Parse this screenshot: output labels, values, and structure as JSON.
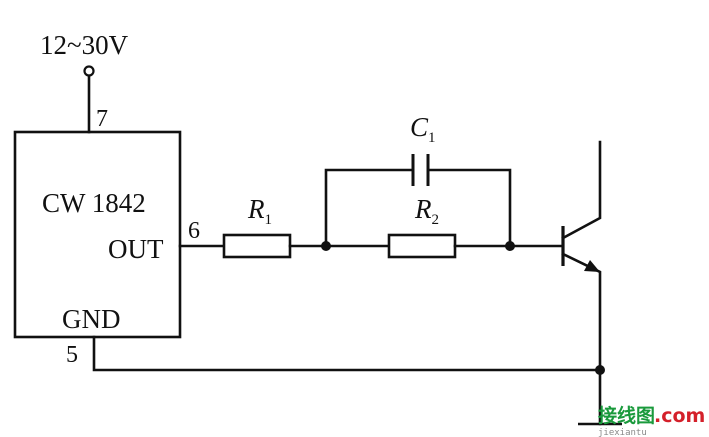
{
  "supply": {
    "label": "12~30V"
  },
  "ic": {
    "name": "CW 1842",
    "out_label": "OUT",
    "gnd_label": "GND",
    "pin_supply": "7",
    "pin_out": "6",
    "pin_gnd": "5"
  },
  "components": {
    "r1": {
      "symbol": "R",
      "subscript": "1"
    },
    "r2": {
      "symbol": "R",
      "subscript": "2"
    },
    "c1": {
      "symbol": "C",
      "subscript": "1"
    }
  },
  "watermark": {
    "text_cn": "接线图",
    "text_com": ".com",
    "text_url": "jiexiantu",
    "colors": {
      "cn": "#1a9a3c",
      "com": "#d4202a",
      "url": "#8a8a8a"
    }
  }
}
